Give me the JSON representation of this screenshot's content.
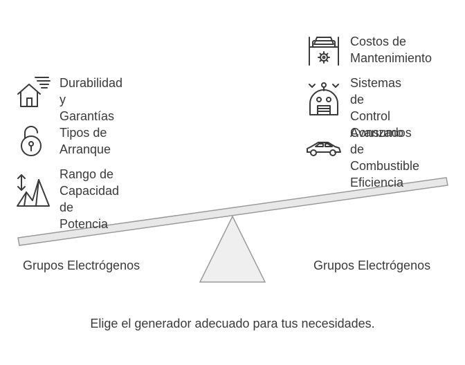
{
  "left_items": [
    {
      "icon": "house-wind-icon",
      "lines": [
        "Durabilidad y",
        "Garantías"
      ]
    },
    {
      "icon": "padlock-icon",
      "lines": [
        "Tipos de",
        "Arranque"
      ]
    },
    {
      "icon": "mountain-range-icon",
      "lines": [
        "Rango de",
        "Capacidad de",
        "Potencia"
      ]
    }
  ],
  "right_items": [
    {
      "icon": "car-lift-gear-icon",
      "lines": [
        "Costos de",
        "Mantenimiento"
      ]
    },
    {
      "icon": "robot-control-icon",
      "lines": [
        "Sistemas de",
        "Control",
        "Avanzados"
      ]
    },
    {
      "icon": "car-icon",
      "lines": [
        "Consumo de",
        "Combustible",
        "Eficiencia"
      ]
    }
  ],
  "left_side_label": "Grupos Electrógenos",
  "right_side_label": "Grupos Electrógenos",
  "caption": "Elige el generador adecuado para tus necesidades.",
  "colors": {
    "icon_stroke": "#3a3a3a",
    "beam_fill": "#e8e8e8",
    "beam_stroke": "#9a9a9a",
    "fulcrum_fill": "#efefef"
  }
}
